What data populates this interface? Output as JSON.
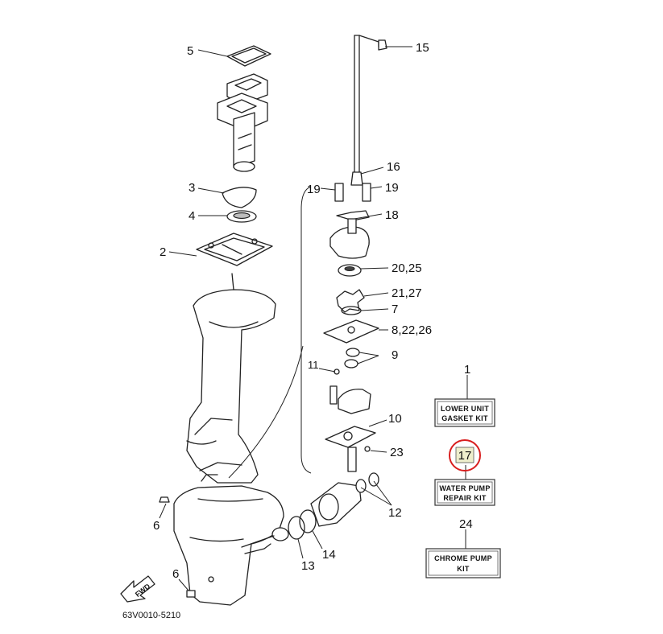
{
  "diagram": {
    "callouts": [
      {
        "id": "c5",
        "label": "5"
      },
      {
        "id": "c15",
        "label": "15"
      },
      {
        "id": "c16",
        "label": "16"
      },
      {
        "id": "c3",
        "label": "3"
      },
      {
        "id": "c19a",
        "label": "19"
      },
      {
        "id": "c19b",
        "label": "19"
      },
      {
        "id": "c4",
        "label": "4"
      },
      {
        "id": "c18",
        "label": "18"
      },
      {
        "id": "c2",
        "label": "2"
      },
      {
        "id": "c2025",
        "label": "20,25"
      },
      {
        "id": "c2127",
        "label": "21,27"
      },
      {
        "id": "c7",
        "label": "7"
      },
      {
        "id": "c822",
        "label": "8,22,26"
      },
      {
        "id": "c9",
        "label": "9"
      },
      {
        "id": "c11",
        "label": "11"
      },
      {
        "id": "c1",
        "label": "1"
      },
      {
        "id": "c10",
        "label": "10"
      },
      {
        "id": "c23",
        "label": "23"
      },
      {
        "id": "c6a",
        "label": "6"
      },
      {
        "id": "c12",
        "label": "12"
      },
      {
        "id": "c13",
        "label": "13"
      },
      {
        "id": "c14",
        "label": "14"
      },
      {
        "id": "c24",
        "label": "24"
      },
      {
        "id": "c6b",
        "label": "6"
      }
    ],
    "kits": [
      {
        "id": "lower",
        "lines": [
          "LOWER UNIT",
          "GASKET KIT"
        ]
      },
      {
        "id": "water",
        "lines": [
          "WATER PUMP",
          "REPAIR KIT"
        ]
      },
      {
        "id": "chrome",
        "lines": [
          "CHROME PUMP",
          "KIT"
        ]
      }
    ],
    "highlighted_callout": "17",
    "highlight_color": "#d81e1e",
    "fwd_label": "FWD",
    "drawing_code": "63V0010-5210"
  }
}
